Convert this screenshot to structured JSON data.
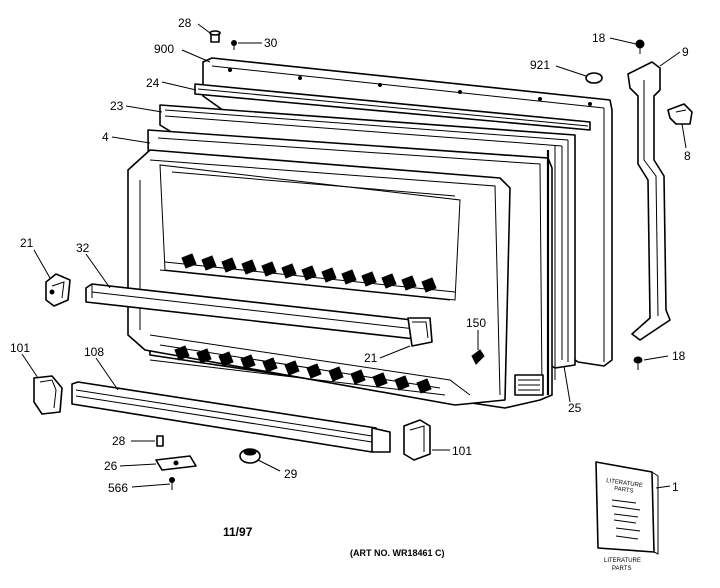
{
  "callouts": {
    "c28_top": "28",
    "c30": "30",
    "c900": "900",
    "c24": "24",
    "c23": "23",
    "c4": "4",
    "c18_top": "18",
    "c9": "9",
    "c921": "921",
    "c8": "8",
    "c21_left": "21",
    "c32": "32",
    "c150": "150",
    "c21_mid": "21",
    "c101_left": "101",
    "c108": "108",
    "c18_right": "18",
    "c25": "25",
    "c28_low": "28",
    "c101_right": "101",
    "c26": "26",
    "c29": "29",
    "c566": "566",
    "c1": "1"
  },
  "footer": {
    "date": "11/97",
    "art_no": "(ART NO. WR18461 C)"
  },
  "literature": {
    "cover_line1": "LITERATURE",
    "cover_line2": "PARTS",
    "caption_line1": "LITERATURE",
    "caption_line2": "PARTS"
  }
}
